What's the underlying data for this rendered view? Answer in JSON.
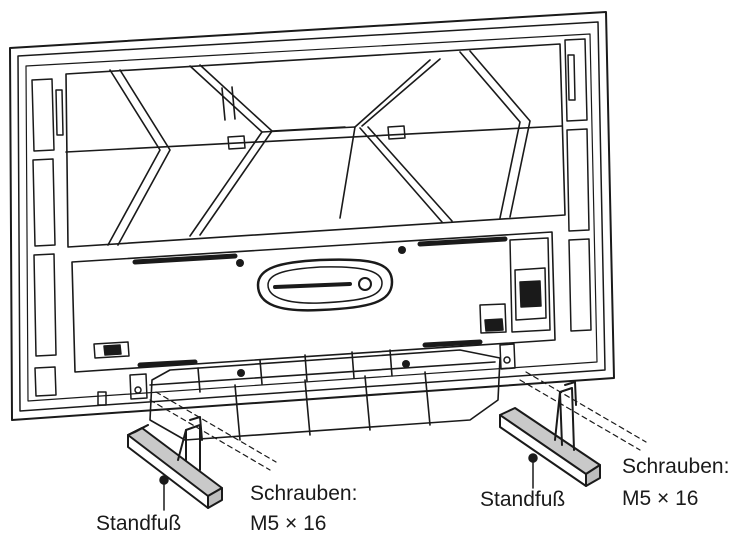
{
  "labels": {
    "foot_left": "Standfuß",
    "foot_right": "Standfuß",
    "screws_left_title": "Schrauben:",
    "screws_left_size": "M5 × 16",
    "screws_right_title": "Schrauben:",
    "screws_right_size": "M5 × 16"
  },
  "colors": {
    "line": "#1a1a1a",
    "foot_fill": "#c9c9c9",
    "foot_top": "#e4e4e4",
    "port_fill": "#1a1a1a",
    "background": "#ffffff"
  }
}
